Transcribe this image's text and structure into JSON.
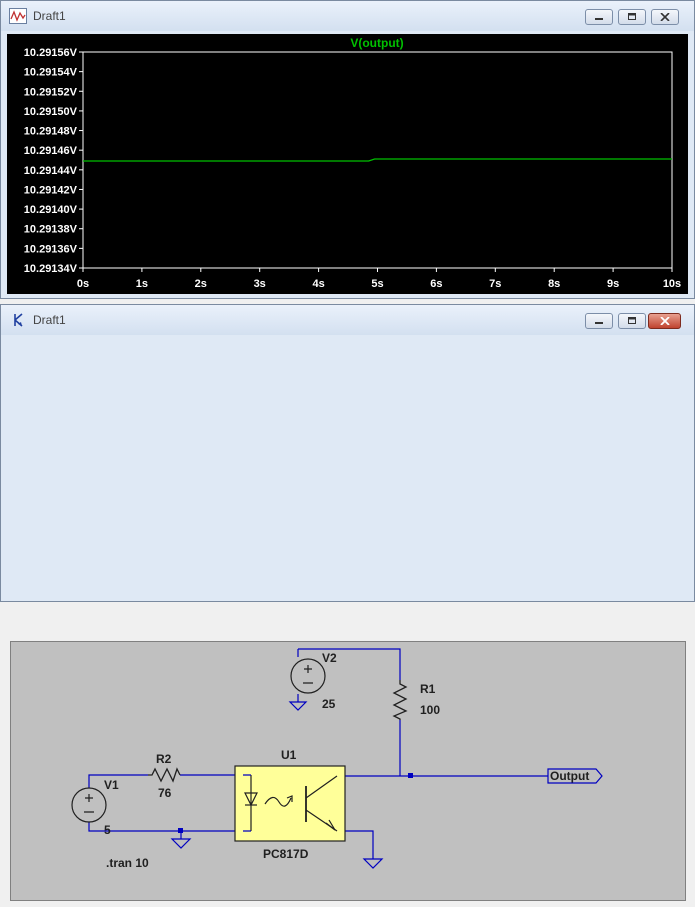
{
  "plot_window": {
    "title": "Draft1",
    "trace_label": "V(output)",
    "colors": {
      "background": "#000000",
      "trace": "#00c000",
      "axis": "#ffffff",
      "grid_text": "#ffffff",
      "title": "#00c000"
    }
  },
  "schematic_window": {
    "title": "Draft1",
    "components": {
      "v2": {
        "name": "V2",
        "value": "25"
      },
      "r1": {
        "name": "R1",
        "value": "100"
      },
      "r2": {
        "name": "R2",
        "value": "76"
      },
      "v1": {
        "name": "V1",
        "value": "5"
      },
      "u1": {
        "name": "U1",
        "value": "PC817D"
      }
    },
    "net_label": "Output",
    "directive": ".tran 10",
    "colors": {
      "background": "#c0c0c0",
      "wire": "#0000c0",
      "component": "#202020",
      "optocoupler_fill": "#ffff99"
    }
  },
  "chart_data": {
    "type": "line",
    "title": "V(output)",
    "xlabel": "",
    "ylabel": "",
    "x_ticks": [
      "0s",
      "1s",
      "2s",
      "3s",
      "4s",
      "5s",
      "6s",
      "7s",
      "8s",
      "9s",
      "10s"
    ],
    "y_ticks": [
      "10.29156V",
      "10.29154V",
      "10.29152V",
      "10.29150V",
      "10.29148V",
      "10.29146V",
      "10.29144V",
      "10.29142V",
      "10.29140V",
      "10.29138V",
      "10.29136V",
      "10.29134V"
    ],
    "xlim": [
      0,
      10
    ],
    "ylim": [
      10.29134,
      10.29156
    ],
    "series": [
      {
        "name": "V(output)",
        "x": [
          0,
          4.85,
          4.95,
          10
        ],
        "y": [
          10.291449,
          10.291449,
          10.291451,
          10.291451
        ]
      }
    ]
  }
}
